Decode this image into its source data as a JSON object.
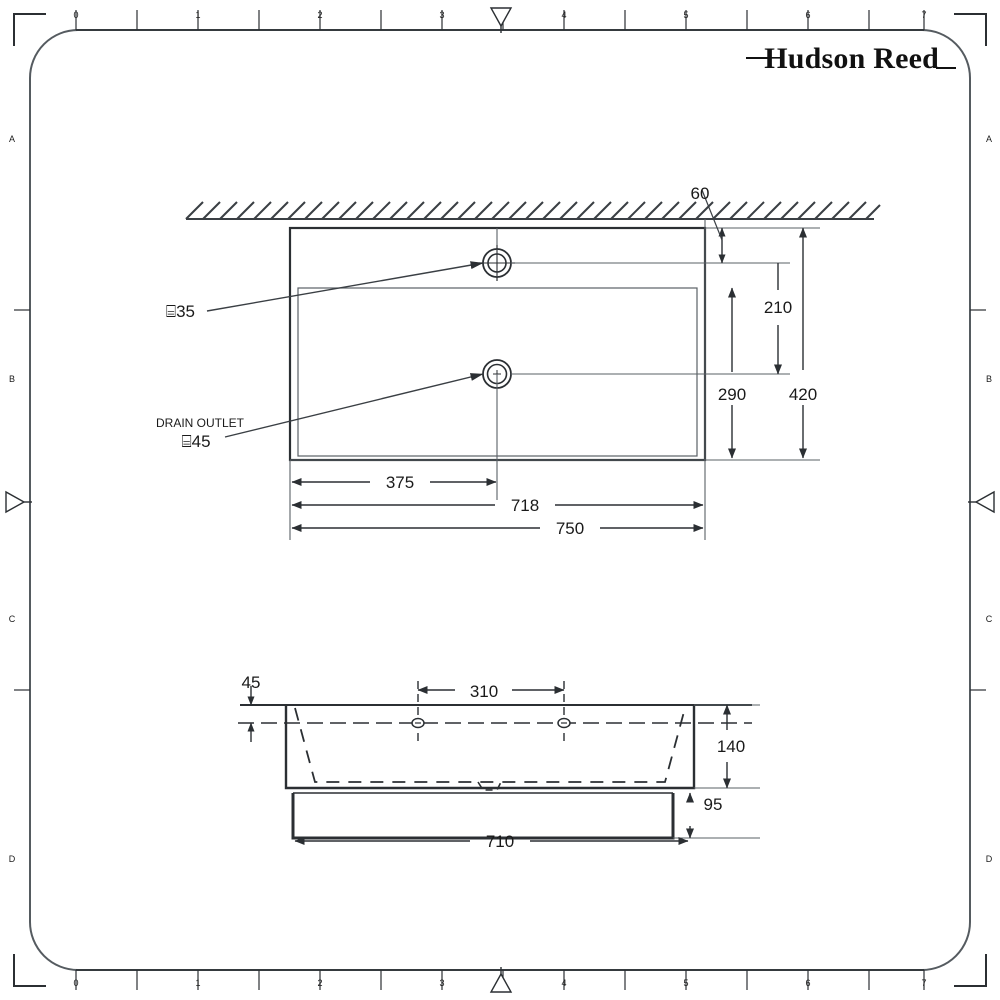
{
  "sheet": {
    "brand": "Hudson Reed",
    "background_color": "#ffffff",
    "line_color": "#3a3f44",
    "heavy_line_color": "#2b2f33",
    "text_color": "#1a1a1a"
  },
  "border": {
    "top_ruler_labels": [
      "0",
      "1",
      "2",
      "3",
      "4",
      "5",
      "6",
      "7"
    ],
    "bottom_ruler_labels": [
      "0",
      "1",
      "2",
      "3",
      "4",
      "5",
      "6",
      "7"
    ],
    "left_zone_labels": [
      "A",
      "B",
      "C",
      "D"
    ],
    "right_zone_labels": [
      "A",
      "B",
      "C",
      "D"
    ],
    "center_marker": "triangle"
  },
  "plan_view": {
    "labels": {
      "tap_hole": "⌸35",
      "drain_title": "DRAIN OUTLET",
      "drain_diameter": "⌸45"
    },
    "dimensions": {
      "wall_offset": "60",
      "tap_to_front": "210",
      "drain_to_front": "290",
      "overall_depth": "420",
      "drain_from_left": "375",
      "inner_width": "718",
      "overall_width": "750"
    }
  },
  "front_view": {
    "dimensions": {
      "rim_thickness": "45",
      "hole_spacing": "310",
      "basin_height": "140",
      "base_height": "95",
      "base_width": "710"
    }
  }
}
